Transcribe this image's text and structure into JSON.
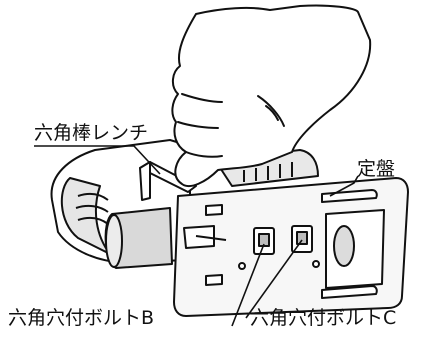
{
  "labels": {
    "hex_wrench": "六角棒レンチ",
    "base_plate": "定盤",
    "hex_bolt_b": "六角穴付ボルトB",
    "hex_bolt_c": "六角穴付ボルトC"
  },
  "colors": {
    "line": "#111111",
    "background": "#ffffff",
    "hand_fill": "#ffffff",
    "tool_body_shade": "#d9d9d9",
    "plate_fill": "#f2f2f2"
  }
}
